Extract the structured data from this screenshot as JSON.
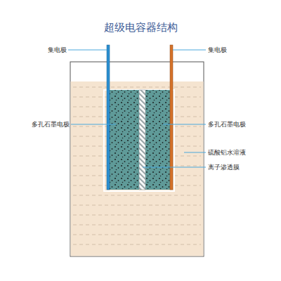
{
  "diagram": {
    "title": "超级电容器结构",
    "labels": [
      "集电极",
      "集电极",
      "多孔石墨电极",
      "多孔石墨电极",
      "硫酸铝水溶液",
      "离子渗透膜"
    ]
  }
}
